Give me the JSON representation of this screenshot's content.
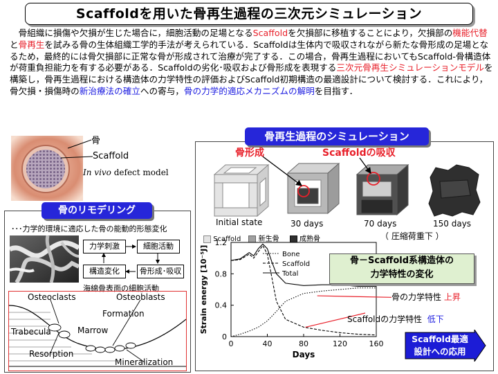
{
  "title": "Scaffoldを用いた骨再生過程の三次元シミュレーション",
  "intro": [
    {
      "t": "　骨組織に損傷や欠損が生じた場合に，細胞活動の足場となる"
    },
    {
      "t": "Scaffold",
      "c": "red"
    },
    {
      "t": "を欠損部に移植することにより，欠損部の"
    },
    {
      "t": "機能代替",
      "c": "red"
    },
    {
      "t": "と"
    },
    {
      "t": "骨再生",
      "c": "red"
    },
    {
      "t": "を試みる骨の生体組織工学的手法が考えられている．Scaffoldは生体内で吸収されながら新たな骨形成の足場となるため，最終的には骨欠損部に正常な骨が形成されて治療が完了する．この場合，骨再生過程においてもScaffold-骨構造体が荷重負担能力を有する必要がある．Scaffoldの劣化･吸収および骨形成を表現する"
    },
    {
      "t": "三次元骨再生シミュレーションモデル",
      "c": "red"
    },
    {
      "t": "を構築し，骨再生過程における構造体の力学特性の評価およびScaffold初期構造の最適設計について検討する．これにより，骨欠損・損傷時の"
    },
    {
      "t": "新治療法の確立",
      "c": "blue"
    },
    {
      "t": "への寄与，"
    },
    {
      "t": "骨の力学的適応メカニズムの解明",
      "c": "blue"
    },
    {
      "t": "を目指す．"
    }
  ],
  "photo": {
    "label_bone": "骨",
    "label_scaffold": "Scaffold",
    "caption_italic": "In vivo",
    "caption_rest": " defect model"
  },
  "remodel": {
    "title": "骨のリモデリング",
    "subtitle": "･･･力学的環境に適応した骨の能動的形態変化",
    "boxes": {
      "stimulus": "力学刺激",
      "cell": "細胞活動",
      "structure": "構造変化",
      "formation": "骨形成･吸収"
    },
    "caption": "海綿骨表面の細胞活動",
    "diagram": {
      "osteoclasts": "Osteoclasts",
      "osteoblasts": "Osteoblasts",
      "formation": "Formation",
      "trabecula": "Trabecula",
      "marrow": "Marrow",
      "resorption": "Resorption",
      "mineralization": "Mineralization"
    }
  },
  "sim": {
    "title": "骨再生過程のシミュレーション",
    "label_bone_formation": "骨形成",
    "label_absorption": "Scaffoldの吸収",
    "stages": [
      "Initial state",
      "30 days",
      "70 days",
      "150 days"
    ],
    "legend": [
      "Scaffold",
      "新生骨",
      "成熟骨"
    ],
    "note": "（ 圧縮荷重下 ）",
    "callout": {
      "line1": "骨－Scaffold系構造体の",
      "line2": "力学特性の変化"
    },
    "bone_prop": "骨の力学特性",
    "bone_trend": "上昇",
    "scaffold_prop": "Scaffoldの力学特性",
    "scaffold_trend": "低下",
    "design": {
      "line1": "Scaffold最適",
      "line2": "設計への応用"
    }
  },
  "chart_data": {
    "type": "line",
    "xlabel": "Days",
    "ylabel": "Strain energy [10⁻⁵J]",
    "xlim": [
      0,
      160
    ],
    "ylim": [
      0,
      1.2
    ],
    "xticks": [
      0,
      40,
      80,
      120,
      160
    ],
    "yticks": [
      0,
      0.4,
      0.8,
      1.2
    ],
    "series": [
      {
        "name": "Bone",
        "style": "dotted",
        "x": [
          0,
          10,
          20,
          30,
          40,
          50,
          60,
          80,
          100,
          120,
          140,
          160
        ],
        "y": [
          0,
          0.03,
          0.07,
          0.12,
          0.2,
          0.32,
          0.45,
          0.55,
          0.58,
          0.6,
          0.62,
          0.62
        ]
      },
      {
        "name": "Scaffold",
        "style": "dashed",
        "x": [
          0,
          10,
          20,
          25,
          30,
          35,
          40,
          45,
          50,
          60,
          80,
          100,
          120,
          140,
          160
        ],
        "y": [
          0.97,
          0.98,
          1.05,
          1.0,
          1.08,
          1.16,
          1.05,
          0.75,
          0.45,
          0.22,
          0.12,
          0.08,
          0.05,
          0.03,
          0.02
        ]
      },
      {
        "name": "Total",
        "style": "solid",
        "x": [
          0,
          10,
          20,
          25,
          30,
          35,
          40,
          45,
          50,
          60,
          80,
          100,
          120,
          140,
          160
        ],
        "y": [
          0.97,
          0.99,
          1.07,
          1.03,
          1.12,
          1.18,
          1.12,
          0.95,
          0.8,
          0.68,
          0.65,
          0.66,
          0.66,
          0.64,
          0.64
        ]
      }
    ]
  }
}
